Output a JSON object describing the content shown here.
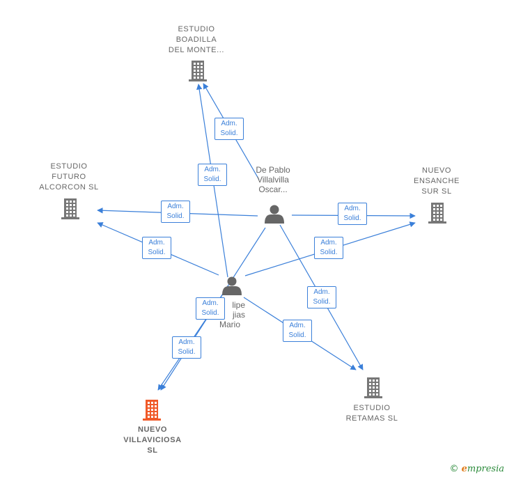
{
  "colors": {
    "edge": "#3a7fd9",
    "building": "#777777",
    "building_focus": "#f05a28",
    "person": "#666666",
    "label_text": "#666666"
  },
  "companies": {
    "boadilla": {
      "lines": [
        "ESTUDIO",
        "BOADILLA",
        "DEL MONTE..."
      ],
      "icon": "building-icon"
    },
    "futuro": {
      "lines": [
        "ESTUDIO",
        "FUTURO",
        "ALCORCON SL"
      ],
      "icon": "building-icon"
    },
    "ensanche": {
      "lines": [
        "NUEVO",
        "ENSANCHE",
        "SUR  SL"
      ],
      "icon": "building-icon"
    },
    "retamas": {
      "lines": [
        "ESTUDIO",
        "RETAMAS  SL"
      ],
      "icon": "building-icon"
    },
    "villaviciosa": {
      "lines": [
        "NUEVO",
        "VILLAVICIOSA",
        "SL"
      ],
      "icon": "building-icon",
      "focus": true
    }
  },
  "persons": {
    "depablo": {
      "lines": [
        "De Pablo",
        "Villalvilla",
        "Oscar..."
      ],
      "icon": "person-icon"
    },
    "felipe": {
      "lines": [
        "lipe",
        "jias",
        "Mario"
      ],
      "icon": "person-icon"
    }
  },
  "edge_label": {
    "line1": "Adm.",
    "line2": "Solid."
  },
  "edges": [
    {
      "from": "depablo",
      "to": "boadilla"
    },
    {
      "from": "depablo",
      "to": "futuro"
    },
    {
      "from": "depablo",
      "to": "ensanche"
    },
    {
      "from": "depablo",
      "to": "retamas"
    },
    {
      "from": "depablo",
      "to": "villaviciosa"
    },
    {
      "from": "felipe",
      "to": "boadilla"
    },
    {
      "from": "felipe",
      "to": "futuro"
    },
    {
      "from": "felipe",
      "to": "ensanche"
    },
    {
      "from": "felipe",
      "to": "retamas"
    },
    {
      "from": "felipe",
      "to": "villaviciosa"
    }
  ],
  "footer": {
    "copyright_symbol": "©",
    "brand_first": "e",
    "brand_rest": "mpresia"
  }
}
